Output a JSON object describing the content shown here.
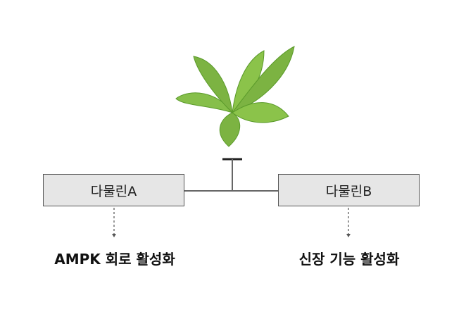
{
  "nodes": {
    "a": {
      "label": "다물린A",
      "effect": "AMPK 회로 활성화"
    },
    "b": {
      "label": "다물린B",
      "effect": "신장 기능 활성화"
    }
  },
  "colors": {
    "leaf": "#7cb342",
    "leaf_dark": "#4e8a23",
    "box_fill": "#e6e6e6",
    "line": "#666666"
  }
}
